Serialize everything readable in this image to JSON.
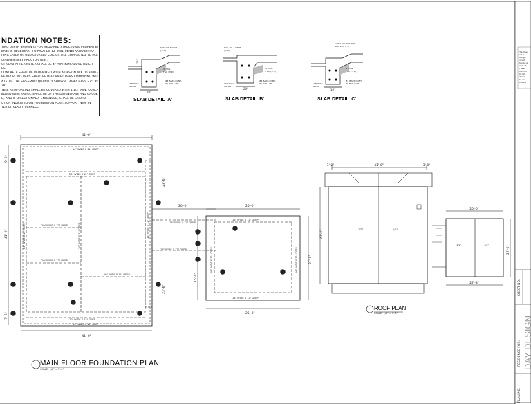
{
  "notes": {
    "title": "NDATION NOTES:",
    "lines": [
      "TING DEPTH SHOWN IS FOR REQUIRED STRUCTURAL PROPERTIES.",
      "EASE IF NECESSARY TO PROVIDE 12\" MIN. PENETRATION INTO",
      "RING LAYER OF UNDISTURBED SOIL OR FILL COMPACTED TO PARISH",
      "UIREMENTS BY PROCTOR TEST.",
      "OF SLAB AT PERIMETER SHALL BE 4\" MINIMUM ABOVE FINISH",
      "DE.",
      "CONCRETE SHALL BE REDI-MIXED WITH A DESIGN MIX TO 3000 PSI.",
      "REINFORCING BARS SHALL BE DEFORMED BARS COMPLYING WITH",
      "A15. OF THE SIZES AND QUANTITY SHOWN. LAP#4 BARS 22\". #5",
      "28\".",
      "TEEL REINFORCING SHALL BE COVERED WITH 1 1/2\" MIN. CONCRETE.",
      "ELDED WIRE FABRIC SHALL BE OF THE DIMENSIONS AND GAUGES",
      "D, AND IF DIRECTIONALLY ENHANCED, SHALL BE LAID IN",
      "CTION INDICATED ON FOUNDATION PLAN. SUPPORT WWF IN",
      "TER OF SLAB THICKNESS."
    ]
  },
  "details": [
    {
      "label": "SLAB DETAIL 'A'",
      "width": "20\""
    },
    {
      "label": "SLAB DETAIL 'B'",
      "width": "20\""
    },
    {
      "label": "SLAB DETAIL 'C'",
      "width": "16\""
    }
  ],
  "main_plan": {
    "title": "MAIN FLOOR FOUNDATION PLAN",
    "scale": "SCALE: 1/8\" = 1'-0\"",
    "dim_top": "41'-0\"",
    "dim_bottom": "41'-0\"",
    "dim_left": "41'-0\"",
    "dim_left_top": "9'-0\"",
    "dim_left_bottom": "7'-6\"",
    "dim_right_upper": "23'-6\"",
    "dim_right_lower": "23'-6\"",
    "beam_16": "16\" WIDE X 12\" DEEP",
    "beam_20": "20\" WIDE X 12\" DEEP",
    "beam_20_v": "20\" WIDE X 12\" DEEP",
    "garage_gap": "20'-0\"",
    "garage_width": "25'-0\"",
    "garage_right": "27'-0\"",
    "garage_left": "15'-0\"",
    "garage_beam": "16\" WIDE X 12\" DEEP"
  },
  "roof_plan": {
    "title": "ROOF PLAN",
    "scale": "SCALE: 1/8\" = 1'-0\"",
    "dim_top": "41'-0\"",
    "dim_left_small": "3'-0\"",
    "dim_right_small": "3'-0\"",
    "dim_side": "41'-0\"",
    "slope": "1/2\"",
    "garage_top": "25'-0\"",
    "garage_bottom": "27'-8\"",
    "garage_side": "27'-0\""
  },
  "markers": [
    "A",
    "B",
    "C"
  ],
  "titleblock": {
    "sheet_no_label": "SHEET NO.",
    "residence_for_label": "RESIDENCE FOR:",
    "firm": "DAY DESIGN",
    "plan_no_label": "PLAN NO."
  }
}
